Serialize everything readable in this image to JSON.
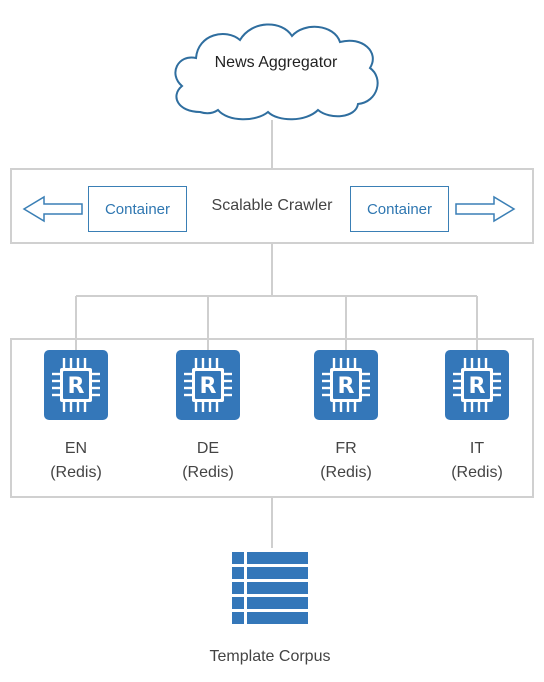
{
  "source": {
    "label": "News Aggregator"
  },
  "crawler": {
    "title": "Scalable Crawler",
    "containers": [
      {
        "label": "Container",
        "arrow": "left"
      },
      {
        "label": "Container",
        "arrow": "right"
      }
    ]
  },
  "databases": [
    {
      "lang": "EN",
      "type": "(Redis)",
      "icon": "redis-chip-icon"
    },
    {
      "lang": "DE",
      "type": "(Redis)",
      "icon": "redis-chip-icon"
    },
    {
      "lang": "FR",
      "type": "(Redis)",
      "icon": "redis-chip-icon"
    },
    {
      "lang": "IT",
      "type": "(Redis)",
      "icon": "redis-chip-icon"
    }
  ],
  "sink": {
    "label": "Template Corpus",
    "icon": "list-stack-icon"
  },
  "colors": {
    "accent": "#3477b9",
    "line": "#cfcfcf",
    "box_border": "#d0d0d0"
  }
}
